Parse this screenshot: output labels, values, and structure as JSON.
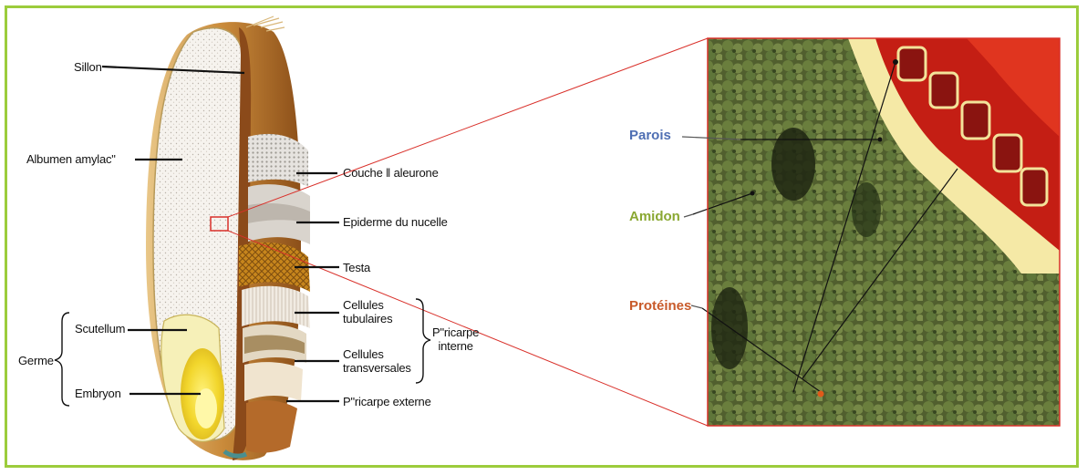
{
  "grain_labels": {
    "sillon": "Sillon",
    "albumen": "Albumen amylac\"",
    "couche_aleurone": "Couche ‖ aleurone",
    "epiderme": "Epiderme du nucelle",
    "testa": "Testa",
    "cellules_tubulaires": "Cellules\ntubulaires",
    "cellules_transversales": "Cellules\ntransversales",
    "pericarpe_interne": "P\"ricarpe\ninterne",
    "pericarpe_externe": "P\"ricarpe externe",
    "germe": "Germe",
    "scutellum": "Scutellum",
    "embryon": "Embryon"
  },
  "micrograph_labels": {
    "parois": "Parois",
    "amidon": "Amidon",
    "proteines": "Protéines"
  },
  "colors": {
    "frame_border": "#9ccc3c",
    "parois": "#4f6fb3",
    "amidon": "#8aa832",
    "proteines": "#c85a2a",
    "zoom_lines": "#d9302a"
  }
}
